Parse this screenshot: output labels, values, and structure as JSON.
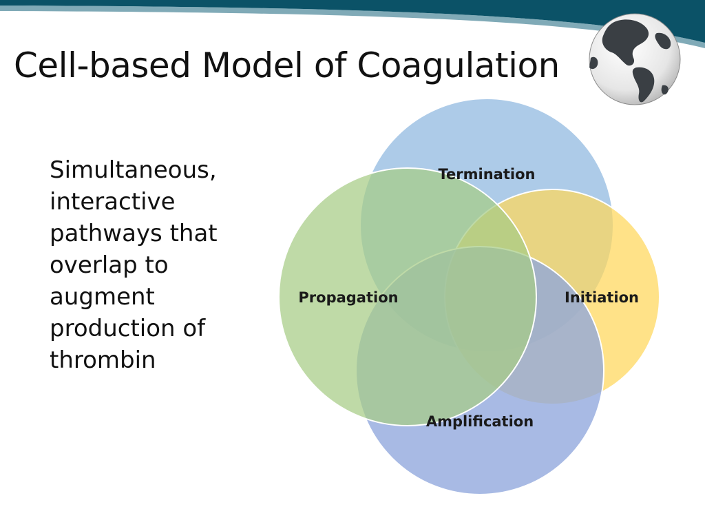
{
  "slide": {
    "title": "Cell-based Model of Coagulation",
    "body_text": "Simultaneous, interactive pathways that overlap to augment production of thrombin"
  },
  "diagram": {
    "type": "venn",
    "circles": [
      {
        "id": "termination",
        "label": "Termination",
        "color": "#9fc2e4"
      },
      {
        "id": "initiation",
        "label": "Initiation",
        "color": "#ffd75a"
      },
      {
        "id": "amplification",
        "label": "Amplification",
        "color": "#8fa7dc"
      },
      {
        "id": "propagation",
        "label": "Propagation",
        "color": "#a6cc85"
      }
    ]
  },
  "theme": {
    "banner_color": "#0b5267",
    "text_color": "#111111"
  }
}
